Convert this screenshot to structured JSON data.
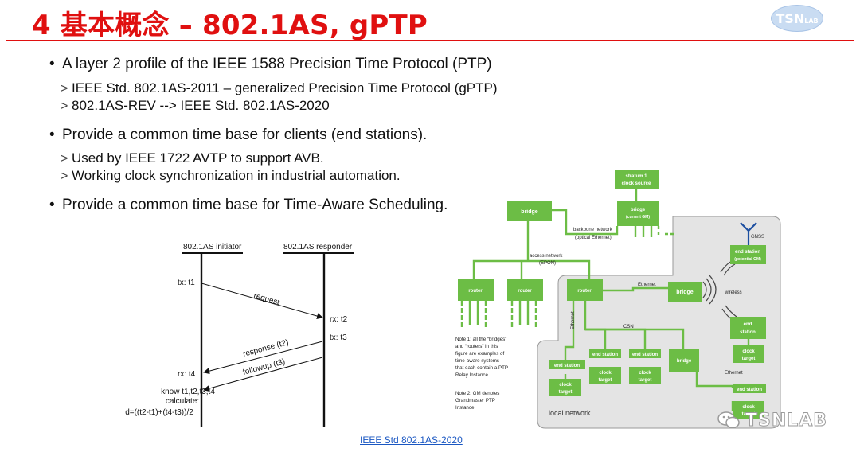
{
  "slide": {
    "title": "4 基本概念 – 802.1AS, gPTP",
    "logo_text": "TSN",
    "logo_sub": "LAB"
  },
  "bullets": [
    {
      "text": "A layer 2 profile of the IEEE 1588 Precision Time Protocol (PTP)",
      "subs": [
        "IEEE Std. 802.1AS-2011 – generalized Precision Time Protocol (gPTP)",
        "802.1AS-REV --> IEEE Std. 802.1AS-2020"
      ]
    },
    {
      "text": "Provide a common time base for clients (end stations).",
      "subs": [
        "Used by IEEE 1722 AVTP to support AVB.",
        "Working clock synchronization in industrial automation."
      ]
    },
    {
      "text": "Provide a common time base for Time-Aware Scheduling.",
      "subs": []
    }
  ],
  "sequence": {
    "initiator": "802.1AS initiator",
    "responder": "802.1AS responder",
    "tx_t1": "tx: t1",
    "request": "request",
    "rx_t2": "rx: t2",
    "tx_t3": "tx: t3",
    "response": "response (t2)",
    "followup": "followup (t3)",
    "rx_t4": "rx: t4",
    "calc_1": "know t1,t2,t3,t4",
    "calc_2": "calculate:",
    "calc_3": "d=((t2-t1)+(t4-t3))/2"
  },
  "network": {
    "stratum": [
      "stratum 1",
      "clock source"
    ],
    "bridge_top": "bridge",
    "bridge_gm": [
      "bridge",
      "(current GM)"
    ],
    "backbone": [
      "backbone network",
      "(optical Ethernet)"
    ],
    "access": [
      "access network",
      "(EPON)"
    ],
    "router": "router",
    "ethernet": "Ethernet",
    "bridge": "bridge",
    "wireless": "wireless",
    "gnss": "GNSS",
    "end_station_gm": [
      "end station",
      "(potential GM)"
    ],
    "end_station": [
      "end",
      "station"
    ],
    "clock_target": [
      "clock",
      "target"
    ],
    "csn": "CSN",
    "ethernet_v": "Ethernet",
    "es1": "end station",
    "es2": "end station",
    "es3": "end station",
    "es4": "end station",
    "local_network": "local network",
    "note1": [
      "Note 1: all the “bridges”",
      "and “routers” in this",
      "figure are examples of",
      "time-aware systems",
      "that each contain a PTP",
      "Relay Instance."
    ],
    "note2": [
      "Note 2: GM denotes",
      "Grandmaster PTP",
      "Instance"
    ]
  },
  "footer": {
    "link": "IEEE Std 802.1AS-2020",
    "watermark": "TSNLAB"
  },
  "colors": {
    "title_red": "#e01010",
    "node_green": "#6cbd45",
    "local_bg": "#e6e6e6",
    "link_blue": "#1a57c2"
  }
}
